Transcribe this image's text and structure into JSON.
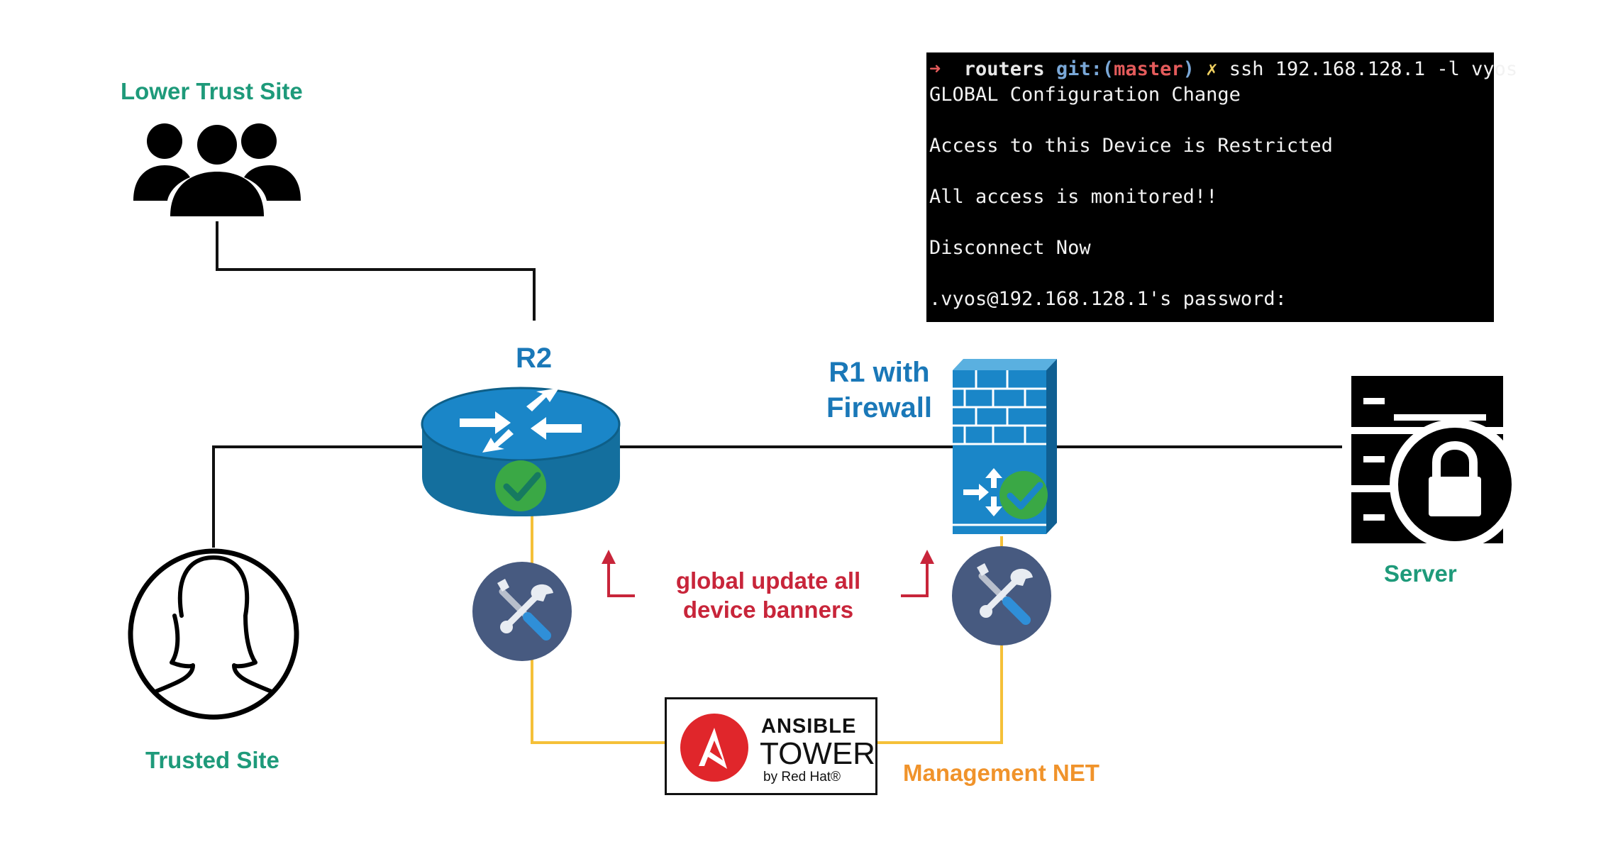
{
  "labels": {
    "lower_trust_site": "Lower Trust Site",
    "trusted_site": "Trusted Site",
    "server": "Server",
    "r2": "R2",
    "r1_line1": "R1 with",
    "r1_line2": "Firewall",
    "update_line1": "global update all",
    "update_line2": "device banners",
    "management_net": "Management NET"
  },
  "terminal": {
    "prompt_arrow": "➜",
    "prompt_dir": "routers",
    "prompt_git": "git:(",
    "prompt_branch": "master",
    "prompt_git_close": ")",
    "prompt_x": "✗",
    "command": "ssh 192.168.128.1 -l vyos",
    "lines": [
      "GLOBAL Configuration Change",
      "",
      "Access to this Device is Restricted",
      "",
      "All access is monitored!!",
      "",
      "Disconnect Now",
      "",
      ".vyos@192.168.128.1's password:"
    ]
  },
  "ansible_tower": {
    "line1": "ANSIBLE",
    "line2": "TOWER",
    "line3": "by Red Hat®"
  },
  "colors": {
    "network_line": "#111111",
    "management_line": "#f5c038",
    "site_label": "#1e9a7a",
    "device_label": "#1a78b8",
    "update_label": "#c8253a",
    "management_label": "#f0932b",
    "router_blue": "#146f9e",
    "firewall_blue": "#1a86c8",
    "check_green": "#3aa845",
    "tool_circle": "#475a80",
    "ansible_red": "#e0262b"
  },
  "icons": {
    "lower_trust_site": "users-group-icon",
    "trusted_site": "user-female-icon",
    "server": "server-lock-icon",
    "r2": "router-icon",
    "r1": "firewall-icon",
    "status": "check-circle-icon",
    "config": "wrench-screwdriver-icon",
    "ansible": "ansible-logo"
  }
}
